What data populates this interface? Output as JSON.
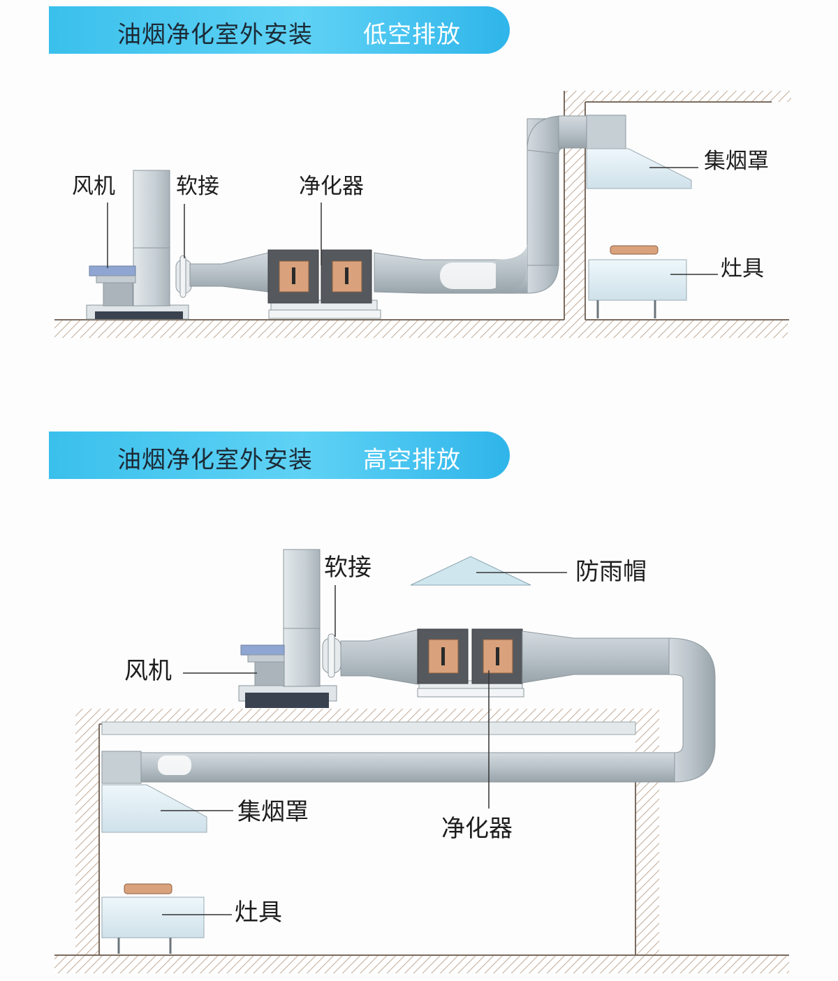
{
  "section1": {
    "banner": {
      "title": "油烟净化室外安装",
      "subtitle": "低空排放"
    },
    "labels": {
      "fan": "风机",
      "joint": "软接",
      "purifier": "净化器",
      "hood": "集烟罩",
      "stove": "灶具"
    }
  },
  "section2": {
    "banner": {
      "title": "油烟净化室外安装",
      "subtitle": "高空排放"
    },
    "labels": {
      "joint": "软接",
      "rain_cap": "防雨帽",
      "fan": "风机",
      "hood": "集烟罩",
      "purifier": "净化器",
      "stove": "灶具"
    }
  },
  "colors": {
    "banner": "#3ac0ec",
    "duct": "#b9c3c9",
    "purifier_panel": "#d9a27c",
    "wall_hatch": "#c9b8a6"
  }
}
